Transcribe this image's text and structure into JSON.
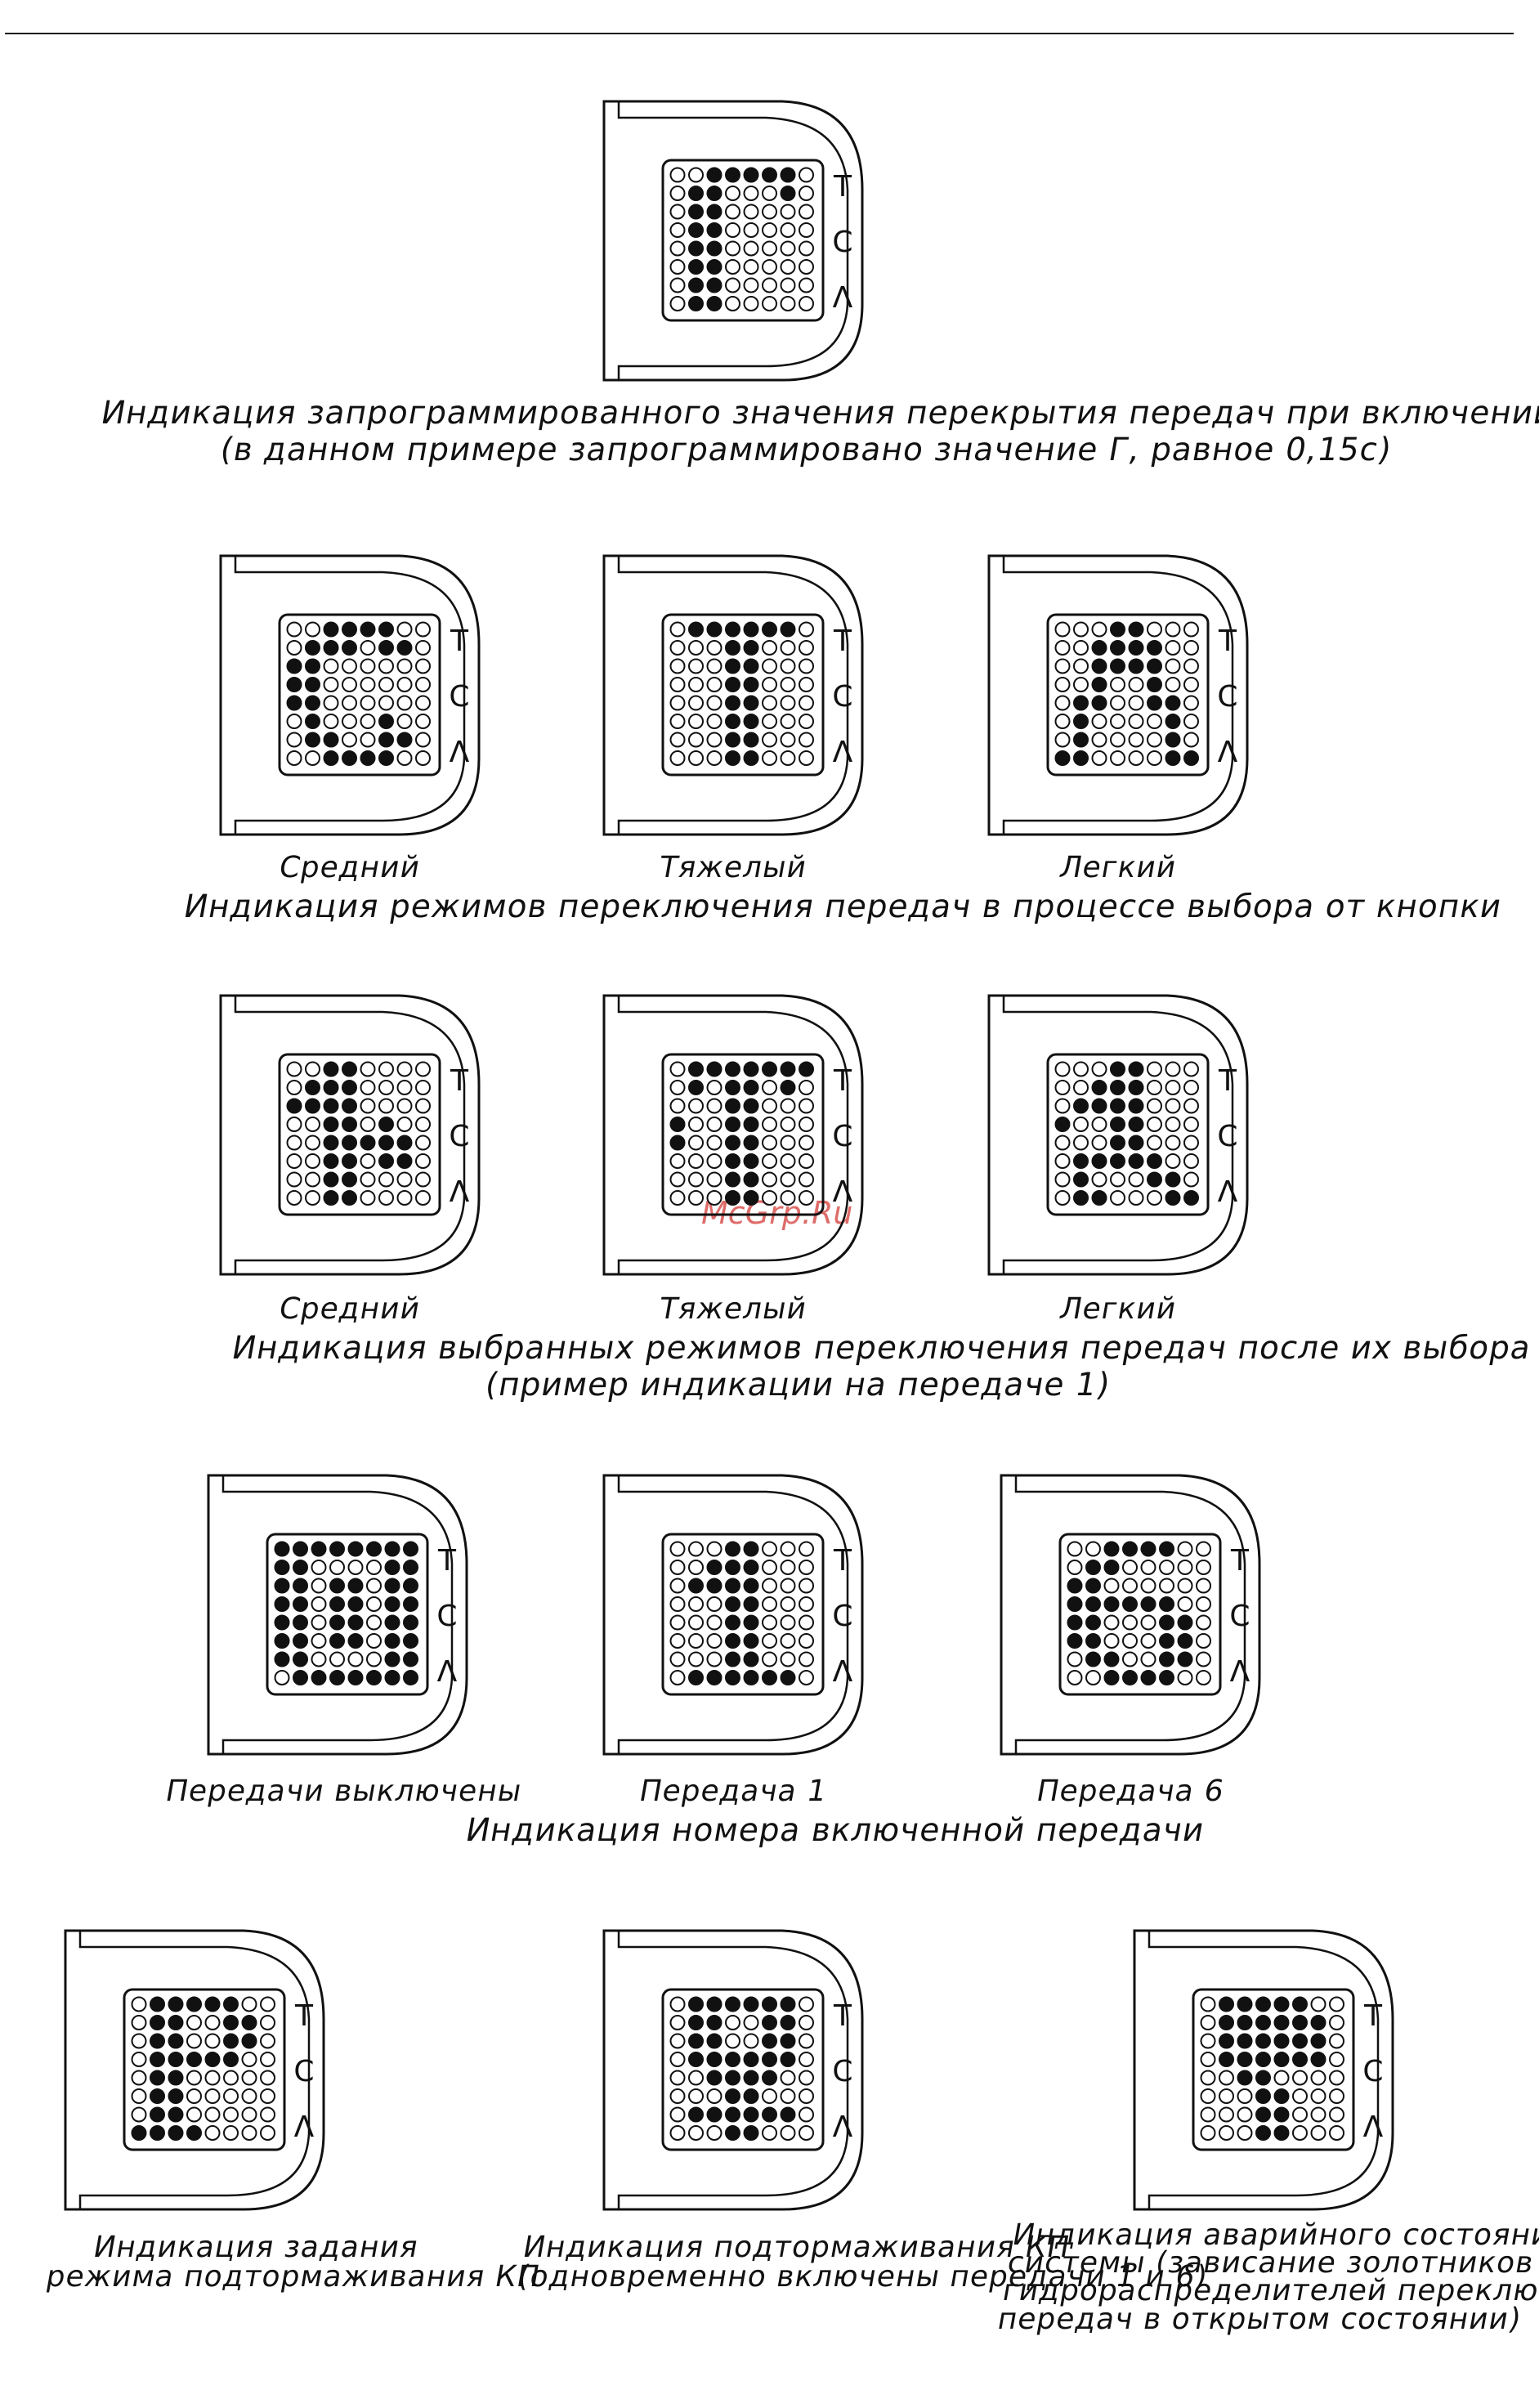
{
  "panel_letters": [
    "Т",
    "С",
    "Λ"
  ],
  "watermark": "McGrp.Ru",
  "rows": [
    {
      "caption": [
        "Индикация запрограммированного значения перекрытия передач при включении системы",
        "(в данном примере запрограммировано значение Г, равное 0,15с)"
      ],
      "units": [
        {
          "label": "",
          "grid": [
            "00111110",
            "01100010",
            "01100000",
            "01100000",
            "01100000",
            "01100000",
            "01100000",
            "01100000"
          ]
        }
      ]
    },
    {
      "caption": [
        "Индикация режимов переключения передач в процессе выбора от кнопки"
      ],
      "units": [
        {
          "label": "Средний",
          "grid": [
            "00111100",
            "01110110",
            "11000000",
            "11000000",
            "11000000",
            "01000100",
            "01100110",
            "00111100"
          ]
        },
        {
          "label": "Тяжелый",
          "grid": [
            "01111110",
            "00011000",
            "00011000",
            "00011000",
            "00011000",
            "00011000",
            "00011000",
            "00011000"
          ]
        },
        {
          "label": "Легкий",
          "grid": [
            "00011000",
            "00111100",
            "00111100",
            "00100100",
            "01100110",
            "01000010",
            "01000010",
            "11000011"
          ]
        }
      ]
    },
    {
      "caption": [
        "Индикация выбранных режимов переключения передач после их выбора",
        "(пример индикации на передаче 1)"
      ],
      "units": [
        {
          "label": "Средний",
          "grid": [
            "00110000",
            "01110000",
            "11110000",
            "00110100",
            "00111110",
            "00110110",
            "00110000",
            "00110000"
          ]
        },
        {
          "label": "Тяжелый",
          "grid": [
            "01111111",
            "01011010",
            "00011000",
            "10011000",
            "10011000",
            "00011000",
            "00011000",
            "00011000"
          ]
        },
        {
          "label": "Легкий",
          "grid": [
            "00011000",
            "00111000",
            "01111000",
            "10011000",
            "00011000",
            "01111100",
            "01000110",
            "01100011"
          ]
        }
      ]
    },
    {
      "caption": [
        "Индикация номера включенной передачи"
      ],
      "units": [
        {
          "label": "Передачи выключены",
          "grid": [
            "11111111",
            "11000011",
            "11011011",
            "11011011",
            "11011011",
            "11011011",
            "11000011",
            "01111111"
          ]
        },
        {
          "label": "Передача 1",
          "grid": [
            "00011000",
            "00111000",
            "01111000",
            "00011000",
            "00011000",
            "00011000",
            "00011000",
            "01111110"
          ]
        },
        {
          "label": "Передача 6",
          "grid": [
            "00111100",
            "01100000",
            "11000000",
            "11111100",
            "11000110",
            "11000110",
            "01100110",
            "00111100"
          ]
        }
      ]
    },
    {
      "caption": [],
      "units": [
        {
          "label": [
            "Индикация задания",
            "режима подтормаживания КП"
          ],
          "grid": [
            "01111100",
            "01100110",
            "01100110",
            "01111100",
            "01100000",
            "01100000",
            "01100000",
            "11110000"
          ]
        },
        {
          "label": [
            "Индикация подтормаживания КП",
            "(одновременно включены передачи 1 и 6)"
          ],
          "grid": [
            "01111110",
            "01100110",
            "01100110",
            "01111110",
            "00111100",
            "00011000",
            "01111110",
            "00011000"
          ]
        },
        {
          "label": [
            "Индикация аварийного состояния",
            "системы (зависание золотников",
            "гидрораспределителей переключения",
            "передач в открытом состоянии)"
          ],
          "grid": [
            "01111100",
            "01111110",
            "01111110",
            "01111110",
            "00110000",
            "00011000",
            "00011000",
            "00011000"
          ]
        }
      ]
    }
  ]
}
